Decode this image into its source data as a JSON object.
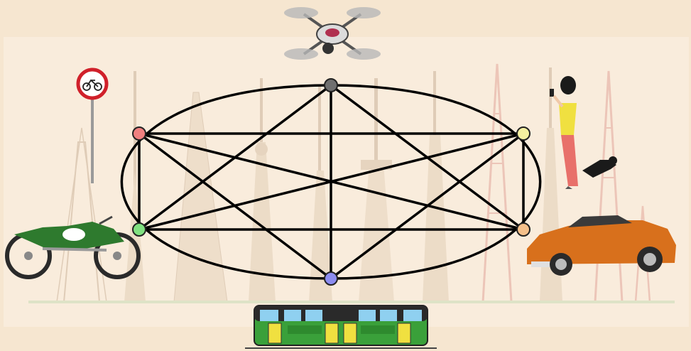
{
  "palette": {
    "page_bg": "#f6e6d0",
    "panel_bg": "#f9ecdc",
    "edge": "#000000",
    "tower": "#d9c3aa",
    "tower_red": "#e3a79b"
  },
  "graph": {
    "nodes": [
      {
        "id": "top",
        "color": "#6f6f6f",
        "icon": "drone-icon"
      },
      {
        "id": "upper-left",
        "color": "#f08080",
        "icon": "bicycle-sign-icon"
      },
      {
        "id": "upper-right",
        "color": "#f5f0a0",
        "icon": "person-with-phone-icon"
      },
      {
        "id": "lower-left",
        "color": "#80e080",
        "icon": "motorcycle-icon"
      },
      {
        "id": "lower-right",
        "color": "#f5c08a",
        "icon": "sports-car-icon"
      },
      {
        "id": "bottom",
        "color": "#8c8cf0",
        "icon": "tram-icon"
      }
    ],
    "edges": [
      [
        "top",
        "bottom"
      ],
      [
        "top",
        "lower-left"
      ],
      [
        "top",
        "lower-right"
      ],
      [
        "upper-left",
        "upper-right"
      ],
      [
        "upper-left",
        "lower-right"
      ],
      [
        "upper-left",
        "bottom"
      ],
      [
        "upper-right",
        "lower-left"
      ],
      [
        "upper-right",
        "bottom"
      ],
      [
        "lower-left",
        "lower-right"
      ],
      [
        "upper-left",
        "lower-left"
      ],
      [
        "upper-right",
        "lower-right"
      ]
    ],
    "curved_edges": [
      [
        "top",
        "bottom",
        "left"
      ],
      [
        "top",
        "bottom",
        "right"
      ]
    ]
  },
  "icons": [
    "drone-icon",
    "bicycle-sign-icon",
    "person-with-phone-icon",
    "motorcycle-icon",
    "sports-car-icon",
    "tram-icon",
    "radio-tower-icon"
  ]
}
